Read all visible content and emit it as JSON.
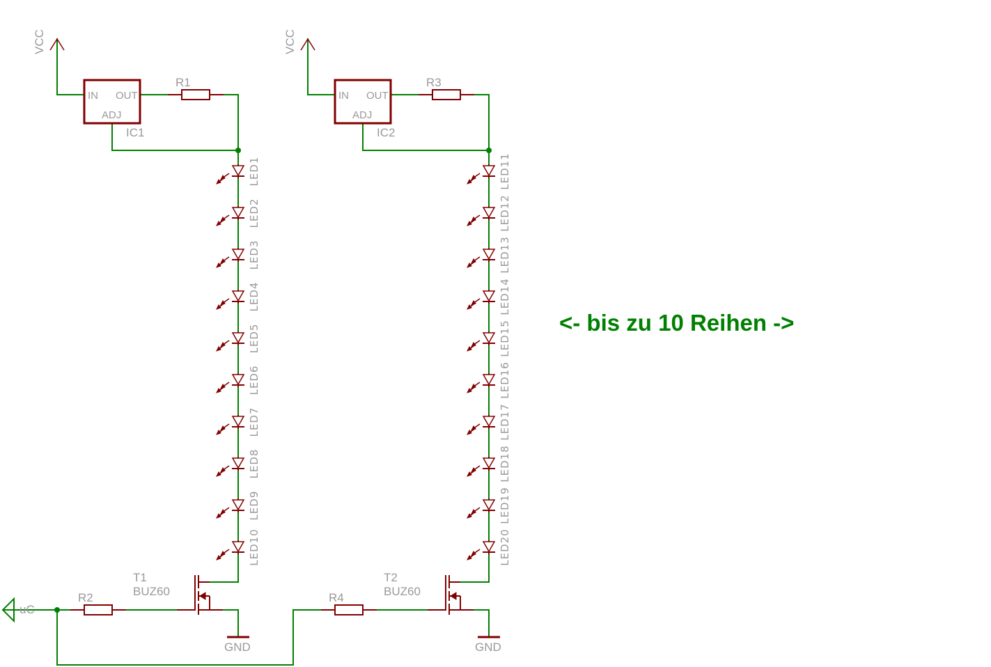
{
  "colors": {
    "wire": "#008000",
    "component": "#800000",
    "label": "#999999",
    "note": "#008000"
  },
  "vcc_label": "VCC",
  "gnd_label": "GND",
  "uc_label": "uC",
  "regulator_pins": {
    "in": "IN",
    "out": "OUT",
    "adj": "ADJ"
  },
  "branches": [
    {
      "ic": "IC1",
      "r_top": "R1",
      "r_gate": "R2",
      "transistor_name": "T1",
      "transistor_value": "BUZ60",
      "leds": [
        "LED1",
        "LED2",
        "LED3",
        "LED4",
        "LED5",
        "LED6",
        "LED7",
        "LED8",
        "LED9",
        "LED10"
      ]
    },
    {
      "ic": "IC2",
      "r_top": "R3",
      "r_gate": "R4",
      "transistor_name": "T2",
      "transistor_value": "BUZ60",
      "leds": [
        "LED11",
        "LED12",
        "LED13",
        "LED14",
        "LED15",
        "LED16",
        "LED17",
        "LED18",
        "LED19",
        "LED20"
      ]
    }
  ],
  "note": "<- bis zu 10 Reihen  ->"
}
